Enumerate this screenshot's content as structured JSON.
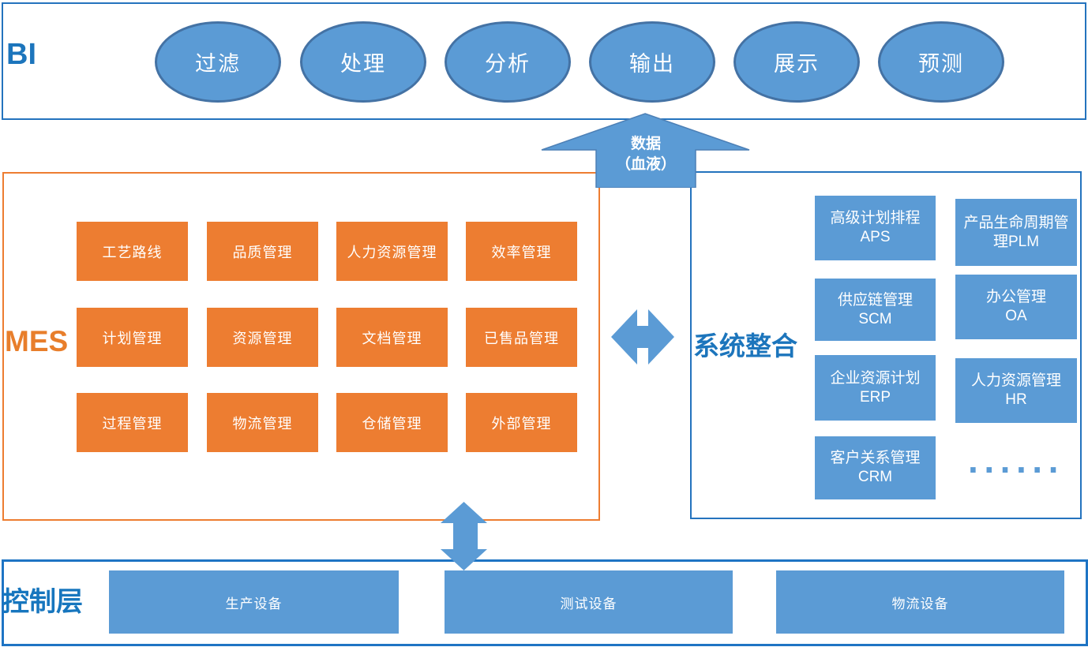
{
  "colors": {
    "blue_fill": "#5B9BD5",
    "blue_border": "#2473BE",
    "ellipse_border": "#4472A4",
    "orange": "#ED7D31",
    "label_blue": "#1C75BC",
    "label_orange": "#E87E2B",
    "text_on_shape": "#FFFFFF"
  },
  "bi": {
    "label": "BI",
    "nodes": [
      "过滤",
      "处理",
      "分析",
      "输出",
      "展示",
      "预测"
    ]
  },
  "data_arrow": {
    "line1": "数据",
    "line2": "（血液）"
  },
  "mes": {
    "label": "MES",
    "grid": [
      [
        "工艺路线",
        "品质管理",
        "人力资源管理",
        "效率管理"
      ],
      [
        "计划管理",
        "资源管理",
        "文档管理",
        "已售品管理"
      ],
      [
        "过程管理",
        "物流管理",
        "仓储管理",
        "外部管理"
      ]
    ]
  },
  "integration": {
    "label": "系统整合",
    "items": [
      {
        "name": "高级计划排程",
        "abbr": "APS"
      },
      {
        "name": "产品生命周期管理PLM",
        "abbr": ""
      },
      {
        "name": "供应链管理",
        "abbr": "SCM"
      },
      {
        "name": "办公管理",
        "abbr": "OA"
      },
      {
        "name": "企业资源计划",
        "abbr": "ERP"
      },
      {
        "name": "人力资源管理",
        "abbr": "HR"
      },
      {
        "name": "客户关系管理",
        "abbr": "CRM"
      }
    ],
    "more": "······"
  },
  "control": {
    "label": "控制层",
    "devices": [
      "生产设备",
      "测试设备",
      "物流设备"
    ]
  }
}
